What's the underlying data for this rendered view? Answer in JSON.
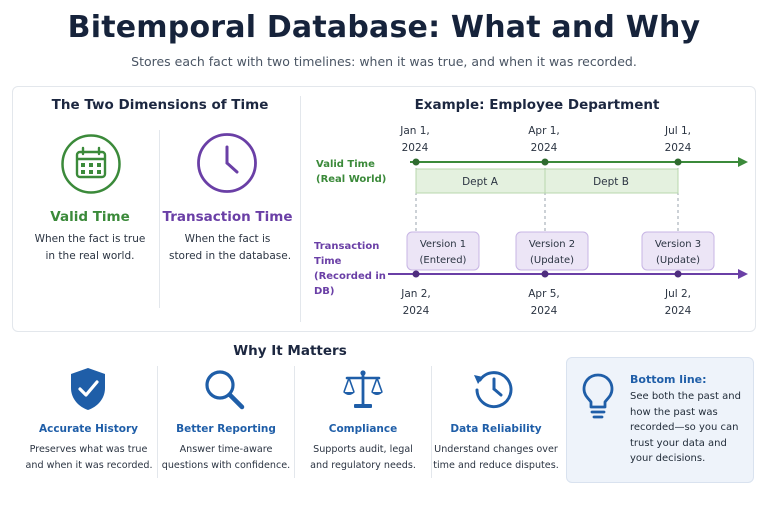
{
  "header": {
    "title": "Bitemporal Database: What and Why",
    "subtitle": "Stores each fact with two timelines: when it was true, and when it was recorded."
  },
  "dimensions": {
    "title": "The Two Dimensions of Time",
    "valid": {
      "label": "Valid Time",
      "desc_line1": "When the fact is true",
      "desc_line2": "in the real world.",
      "icon": "calendar-icon",
      "color": "#3b8a3a"
    },
    "transaction": {
      "label": "Transaction Time",
      "desc_line1": "When the fact is",
      "desc_line2": "stored in the database.",
      "icon": "clock-icon",
      "color": "#6a3fa6"
    }
  },
  "example": {
    "title": "Example: Employee Department",
    "valid_axis": {
      "line1": "Valid Time",
      "line2": "(Real World)"
    },
    "transaction_axis": {
      "line1": "Transaction Time",
      "line2": "(Recorded in DB)"
    },
    "valid_dates": [
      {
        "line1": "Jan 1,",
        "line2": "2024"
      },
      {
        "line1": "Apr 1,",
        "line2": "2024"
      },
      {
        "line1": "Jul 1,",
        "line2": "2024"
      }
    ],
    "periods": [
      {
        "label": "Dept A"
      },
      {
        "label": "Dept B"
      }
    ],
    "versions": [
      {
        "line1": "Version 1",
        "line2": "(Entered)"
      },
      {
        "line1": "Version 2",
        "line2": "(Update)"
      },
      {
        "line1": "Version 3",
        "line2": "(Update)"
      }
    ],
    "transaction_dates": [
      {
        "line1": "Jan 2,",
        "line2": "2024"
      },
      {
        "line1": "Apr 5,",
        "line2": "2024"
      },
      {
        "line1": "Jul 2,",
        "line2": "2024"
      }
    ],
    "colors": {
      "valid": "#3b8a3a",
      "transaction": "#6a3fa6",
      "period_fill": "#e4f1df",
      "version_fill": "#ece5f6"
    }
  },
  "why": {
    "title": "Why It Matters",
    "items": [
      {
        "label": "Accurate History",
        "desc_line1": "Preserves what was true",
        "desc_line2": "and when it was recorded.",
        "icon": "shield-check-icon"
      },
      {
        "label": "Better Reporting",
        "desc_line1": "Answer time-aware",
        "desc_line2": "questions with confidence.",
        "icon": "magnifier-icon"
      },
      {
        "label": "Compliance",
        "desc_line1": "Supports audit, legal",
        "desc_line2": "and regulatory needs.",
        "icon": "scales-icon"
      },
      {
        "label": "Data Reliability",
        "desc_line1": "Understand changes over",
        "desc_line2": "time and reduce disputes.",
        "icon": "history-clock-icon"
      }
    ],
    "accent": "#1f5ea8"
  },
  "bottom_line": {
    "title": "Bottom line:",
    "lines": [
      "See both the past and",
      "how the past was",
      "recorded—so you can",
      "trust your data and",
      "your decisions."
    ],
    "icon": "lightbulb-icon"
  }
}
